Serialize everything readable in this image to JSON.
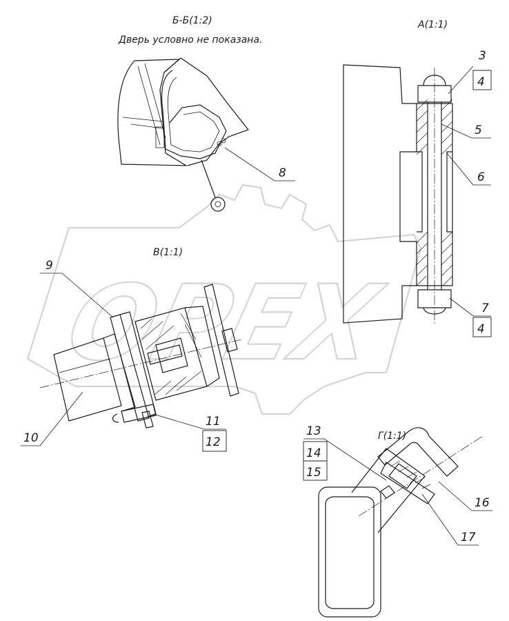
{
  "watermark": {
    "text": "OPEX"
  },
  "views": {
    "bb": {
      "title": "Б-Б(1:2)",
      "note": "Дверь условно не показана."
    },
    "a": {
      "title": "А(1:1)"
    },
    "v": {
      "title": "В(1:1)"
    },
    "g": {
      "title": "Г(1:1)"
    }
  },
  "callouts": {
    "c3": "3",
    "c4a": "4",
    "c5": "5",
    "c6": "6",
    "c7": "7",
    "c4b": "4",
    "c8": "8",
    "c9": "9",
    "c10": "10",
    "c11": "11",
    "c12": "12",
    "c13": "13",
    "c14": "14",
    "c15": "15",
    "c16": "16",
    "c17": "17"
  }
}
